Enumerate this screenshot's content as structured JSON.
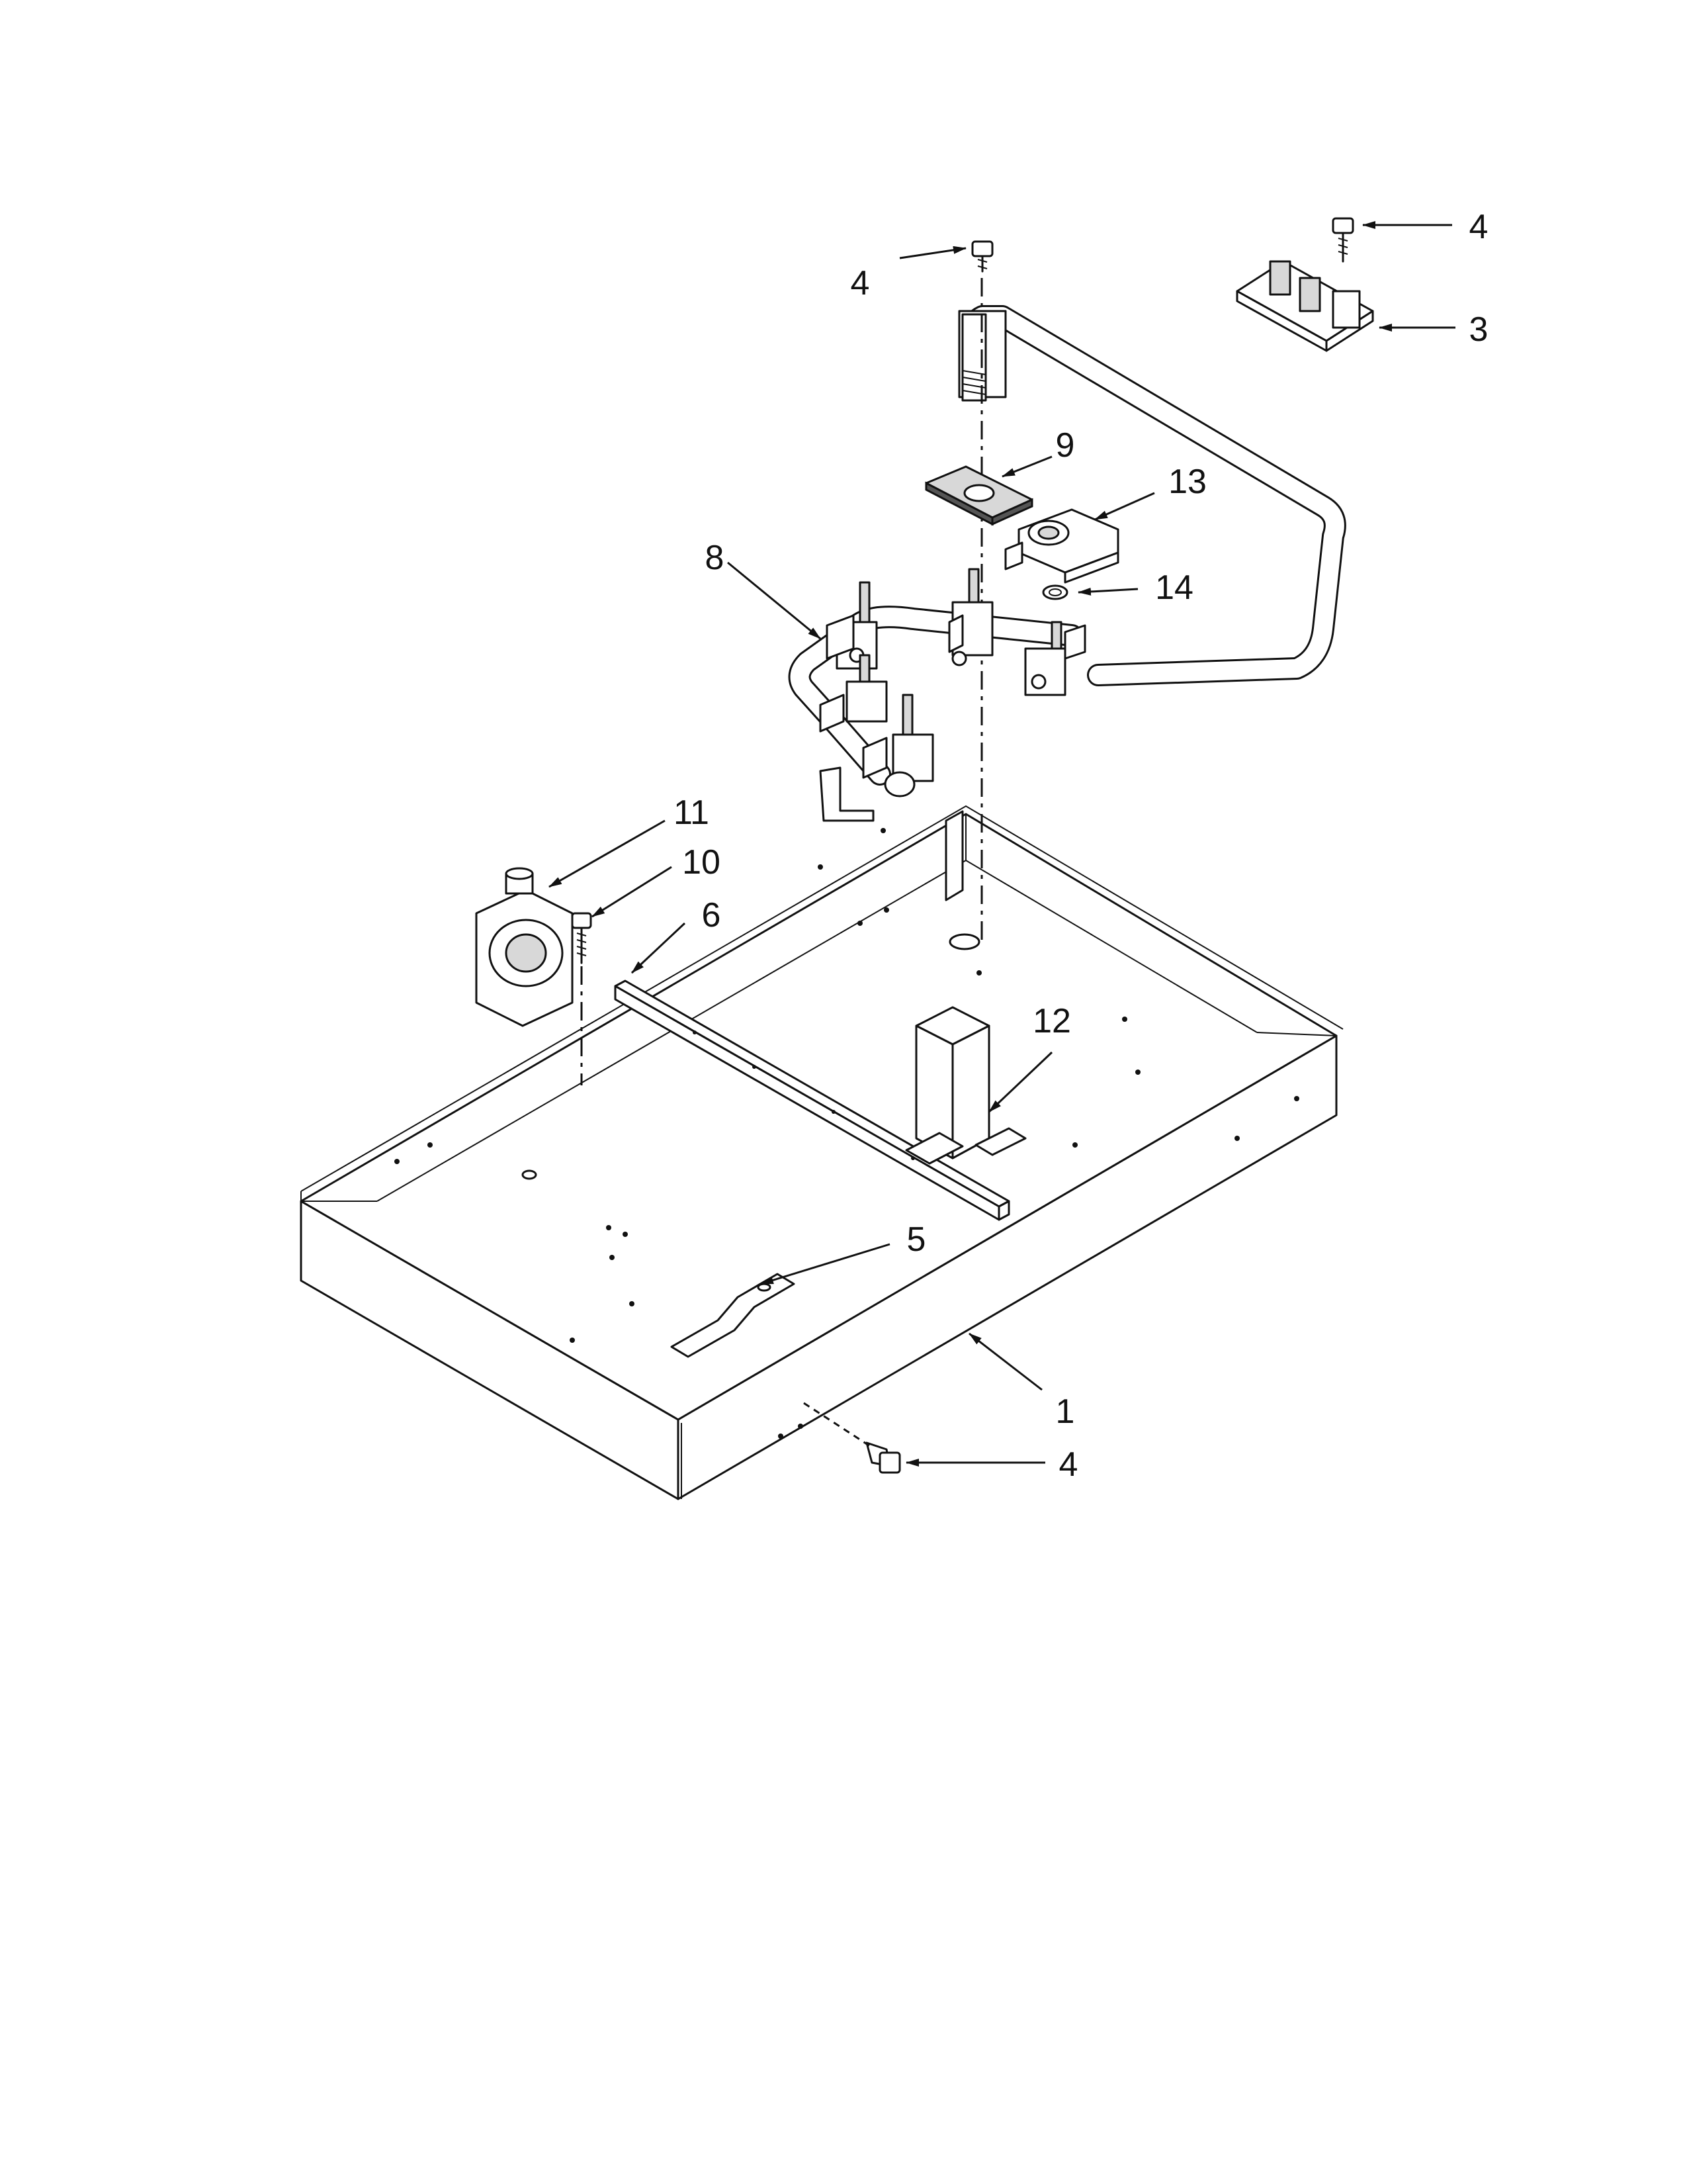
{
  "callouts": {
    "c1": "1",
    "c3": "3",
    "c4a": "4",
    "c4b": "4",
    "c4c": "4",
    "c5": "5",
    "c6": "6",
    "c8": "8",
    "c9": "9",
    "c10": "10",
    "c11": "11",
    "c12": "12",
    "c13": "13",
    "c14": "14"
  }
}
